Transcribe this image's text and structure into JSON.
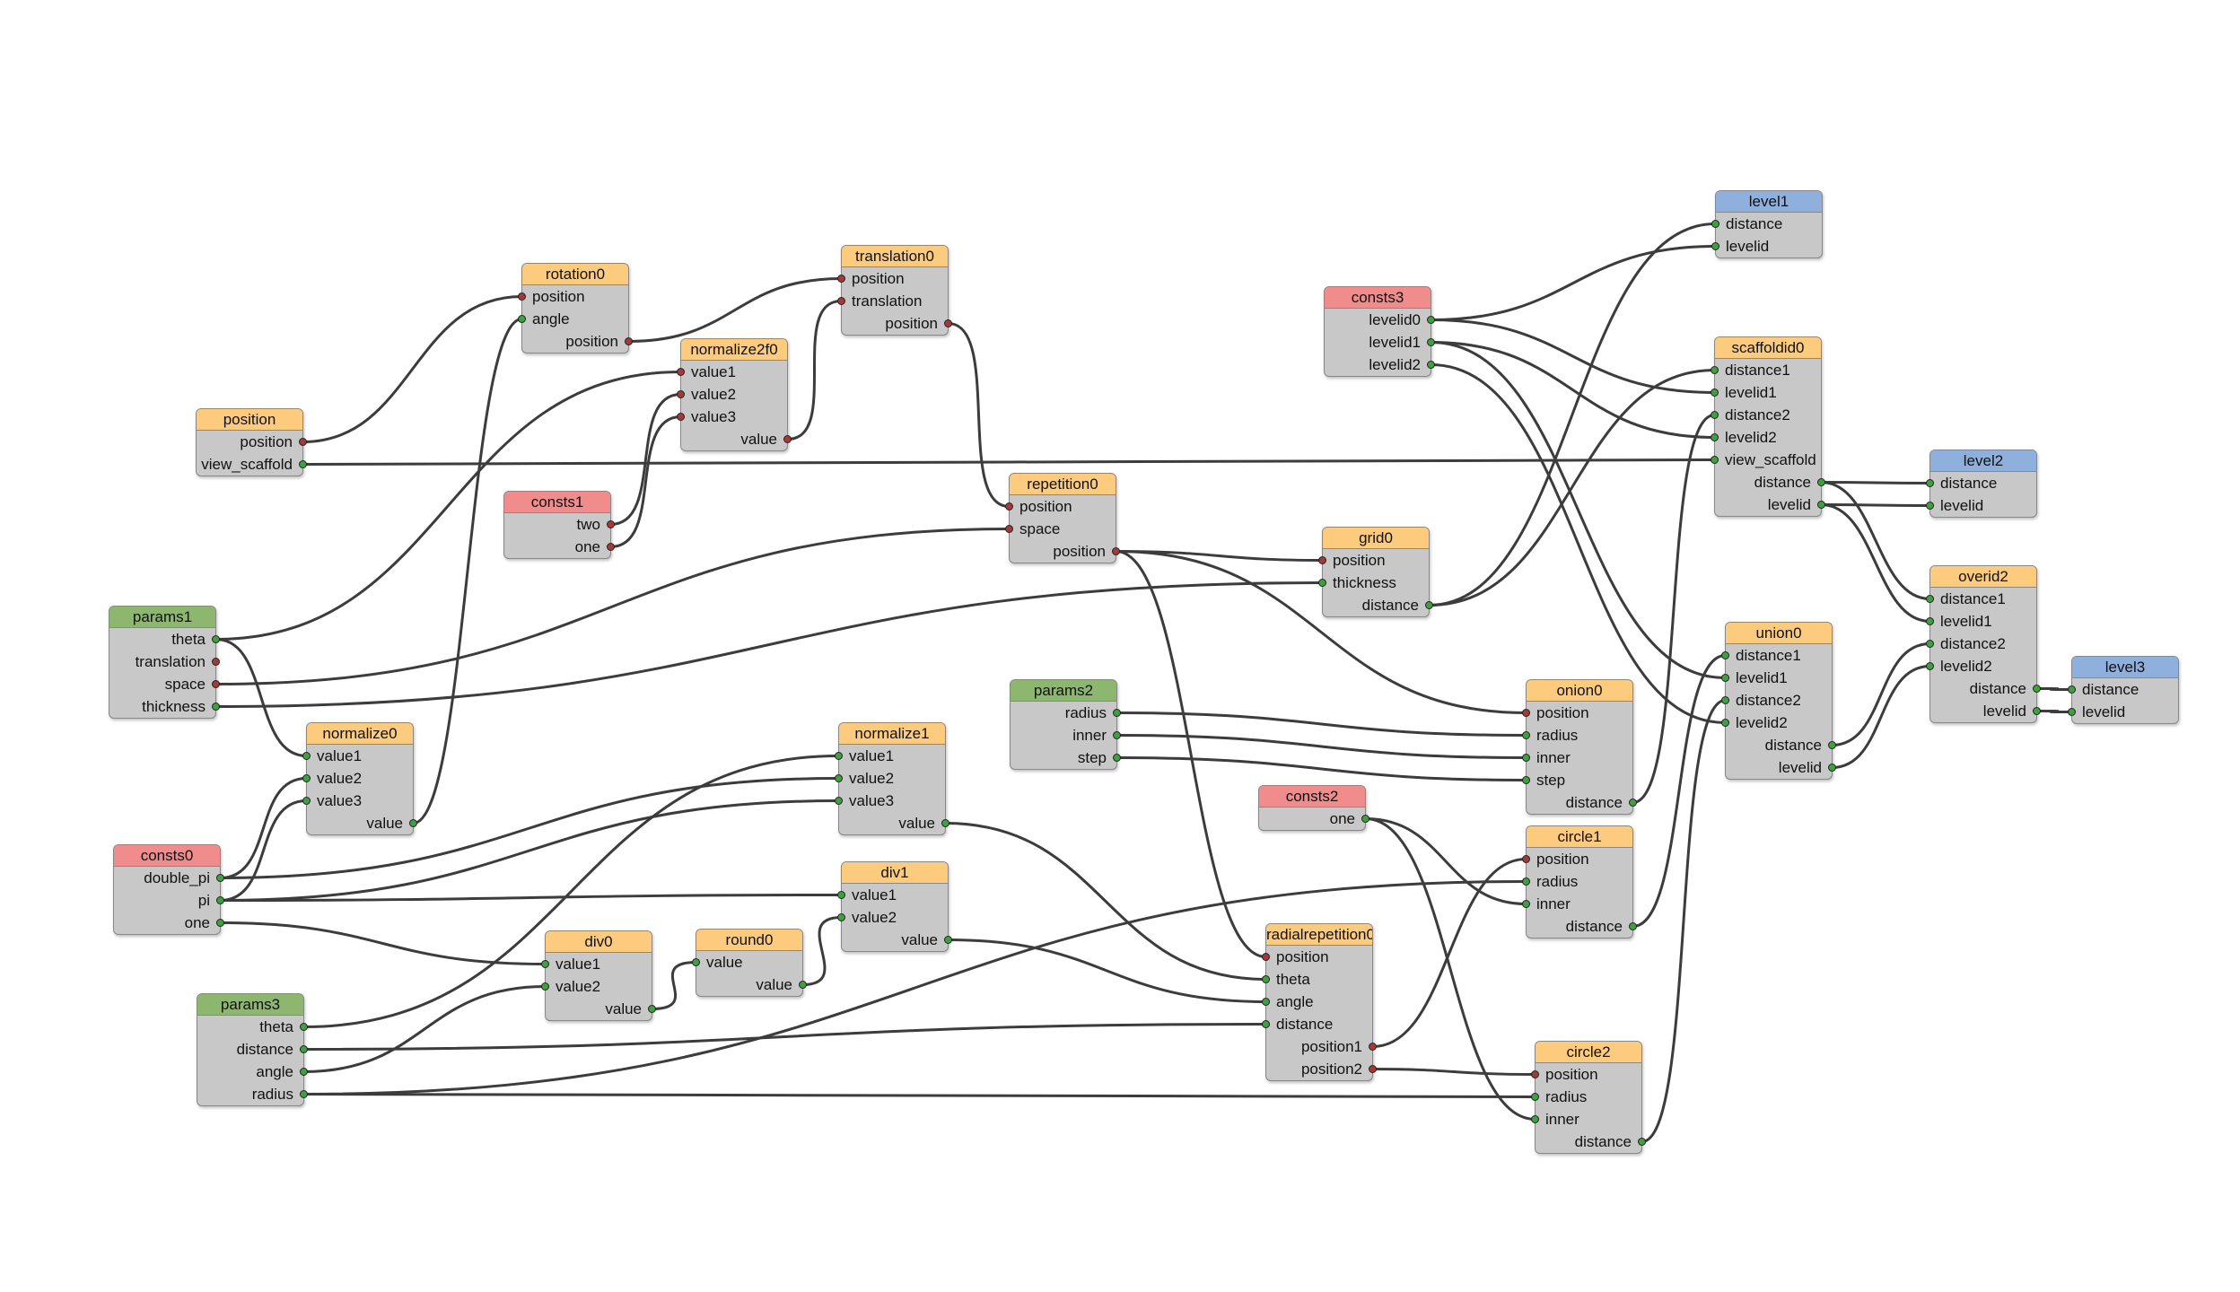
{
  "colors": {
    "orange": "#fdcb7d",
    "red": "#f08c8c",
    "green": "#8db66e",
    "blue": "#8fb0dd",
    "port_green": "#3fa03f",
    "port_red": "#a33a3a",
    "wire": "#3c3c3c",
    "node_body": "#c8c8c8"
  },
  "nodes": [
    {
      "id": "position",
      "title": "position",
      "color": "orange",
      "inputs": [],
      "outputs": [
        {
          "label": "position",
          "kind": "red"
        },
        {
          "label": "view_scaffold",
          "kind": "green"
        }
      ]
    },
    {
      "id": "rotation0",
      "title": "rotation0",
      "color": "orange",
      "inputs": [
        {
          "label": "position",
          "kind": "red"
        },
        {
          "label": "angle",
          "kind": "green"
        }
      ],
      "outputs": [
        {
          "label": "position",
          "kind": "red"
        }
      ]
    },
    {
      "id": "translation0",
      "title": "translation0",
      "color": "orange",
      "inputs": [
        {
          "label": "position",
          "kind": "red"
        },
        {
          "label": "translation",
          "kind": "red"
        }
      ],
      "outputs": [
        {
          "label": "position",
          "kind": "red"
        }
      ]
    },
    {
      "id": "normalize2f0",
      "title": "normalize2f0",
      "color": "orange",
      "inputs": [
        {
          "label": "value1",
          "kind": "red"
        },
        {
          "label": "value2",
          "kind": "red"
        },
        {
          "label": "value3",
          "kind": "red"
        }
      ],
      "outputs": [
        {
          "label": "value",
          "kind": "red"
        }
      ]
    },
    {
      "id": "consts1",
      "title": "consts1",
      "color": "red",
      "inputs": [],
      "outputs": [
        {
          "label": "two",
          "kind": "red"
        },
        {
          "label": "one",
          "kind": "red"
        }
      ]
    },
    {
      "id": "repetition0",
      "title": "repetition0",
      "color": "orange",
      "inputs": [
        {
          "label": "position",
          "kind": "red"
        },
        {
          "label": "space",
          "kind": "red"
        }
      ],
      "outputs": [
        {
          "label": "position",
          "kind": "red"
        }
      ]
    },
    {
      "id": "consts3",
      "title": "consts3",
      "color": "red",
      "inputs": [],
      "outputs": [
        {
          "label": "levelid0",
          "kind": "green"
        },
        {
          "label": "levelid1",
          "kind": "green"
        },
        {
          "label": "levelid2",
          "kind": "green"
        }
      ]
    },
    {
      "id": "level1",
      "title": "level1",
      "color": "blue",
      "inputs": [
        {
          "label": "distance",
          "kind": "green"
        },
        {
          "label": "levelid",
          "kind": "green"
        }
      ],
      "outputs": []
    },
    {
      "id": "scaffoldid0",
      "title": "scaffoldid0",
      "color": "orange",
      "inputs": [
        {
          "label": "distance1",
          "kind": "green"
        },
        {
          "label": "levelid1",
          "kind": "green"
        },
        {
          "label": "distance2",
          "kind": "green"
        },
        {
          "label": "levelid2",
          "kind": "green"
        },
        {
          "label": "view_scaffold",
          "kind": "green"
        }
      ],
      "outputs": [
        {
          "label": "distance",
          "kind": "green"
        },
        {
          "label": "levelid",
          "kind": "green"
        }
      ]
    },
    {
      "id": "level2",
      "title": "level2",
      "color": "blue",
      "inputs": [
        {
          "label": "distance",
          "kind": "green"
        },
        {
          "label": "levelid",
          "kind": "green"
        }
      ],
      "outputs": []
    },
    {
      "id": "grid0",
      "title": "grid0",
      "color": "orange",
      "inputs": [
        {
          "label": "position",
          "kind": "red"
        },
        {
          "label": "thickness",
          "kind": "green"
        }
      ],
      "outputs": [
        {
          "label": "distance",
          "kind": "green"
        }
      ]
    },
    {
      "id": "params1",
      "title": "params1",
      "color": "green",
      "inputs": [],
      "outputs": [
        {
          "label": "theta",
          "kind": "green"
        },
        {
          "label": "translation",
          "kind": "red"
        },
        {
          "label": "space",
          "kind": "red"
        },
        {
          "label": "thickness",
          "kind": "green"
        }
      ]
    },
    {
      "id": "overid2",
      "title": "overid2",
      "color": "orange",
      "inputs": [
        {
          "label": "distance1",
          "kind": "green"
        },
        {
          "label": "levelid1",
          "kind": "green"
        },
        {
          "label": "distance2",
          "kind": "green"
        },
        {
          "label": "levelid2",
          "kind": "green"
        }
      ],
      "outputs": [
        {
          "label": "distance",
          "kind": "green"
        },
        {
          "label": "levelid",
          "kind": "green"
        }
      ]
    },
    {
      "id": "union0",
      "title": "union0",
      "color": "orange",
      "inputs": [
        {
          "label": "distance1",
          "kind": "green"
        },
        {
          "label": "levelid1",
          "kind": "green"
        },
        {
          "label": "distance2",
          "kind": "green"
        },
        {
          "label": "levelid2",
          "kind": "green"
        }
      ],
      "outputs": [
        {
          "label": "distance",
          "kind": "green"
        },
        {
          "label": "levelid",
          "kind": "green"
        }
      ]
    },
    {
      "id": "level3",
      "title": "level3",
      "color": "blue",
      "inputs": [
        {
          "label": "distance",
          "kind": "green"
        },
        {
          "label": "levelid",
          "kind": "green"
        }
      ],
      "outputs": []
    },
    {
      "id": "onion0",
      "title": "onion0",
      "color": "orange",
      "inputs": [
        {
          "label": "position",
          "kind": "red"
        },
        {
          "label": "radius",
          "kind": "green"
        },
        {
          "label": "inner",
          "kind": "green"
        },
        {
          "label": "step",
          "kind": "green"
        }
      ],
      "outputs": [
        {
          "label": "distance",
          "kind": "green"
        }
      ]
    },
    {
      "id": "params2",
      "title": "params2",
      "color": "green",
      "inputs": [],
      "outputs": [
        {
          "label": "radius",
          "kind": "green"
        },
        {
          "label": "inner",
          "kind": "green"
        },
        {
          "label": "step",
          "kind": "green"
        }
      ]
    },
    {
      "id": "normalize0",
      "title": "normalize0",
      "color": "orange",
      "inputs": [
        {
          "label": "value1",
          "kind": "green"
        },
        {
          "label": "value2",
          "kind": "green"
        },
        {
          "label": "value3",
          "kind": "green"
        }
      ],
      "outputs": [
        {
          "label": "value",
          "kind": "green"
        }
      ]
    },
    {
      "id": "normalize1",
      "title": "normalize1",
      "color": "orange",
      "inputs": [
        {
          "label": "value1",
          "kind": "green"
        },
        {
          "label": "value2",
          "kind": "green"
        },
        {
          "label": "value3",
          "kind": "green"
        }
      ],
      "outputs": [
        {
          "label": "value",
          "kind": "green"
        }
      ]
    },
    {
      "id": "consts0",
      "title": "consts0",
      "color": "red",
      "inputs": [],
      "outputs": [
        {
          "label": "double_pi",
          "kind": "green"
        },
        {
          "label": "pi",
          "kind": "green"
        },
        {
          "label": "one",
          "kind": "green"
        }
      ]
    },
    {
      "id": "consts2",
      "title": "consts2",
      "color": "red",
      "inputs": [],
      "outputs": [
        {
          "label": "one",
          "kind": "green"
        }
      ]
    },
    {
      "id": "circle1",
      "title": "circle1",
      "color": "orange",
      "inputs": [
        {
          "label": "position",
          "kind": "red"
        },
        {
          "label": "radius",
          "kind": "green"
        },
        {
          "label": "inner",
          "kind": "green"
        }
      ],
      "outputs": [
        {
          "label": "distance",
          "kind": "green"
        }
      ]
    },
    {
      "id": "div1",
      "title": "div1",
      "color": "orange",
      "inputs": [
        {
          "label": "value1",
          "kind": "green"
        },
        {
          "label": "value2",
          "kind": "green"
        }
      ],
      "outputs": [
        {
          "label": "value",
          "kind": "green"
        }
      ]
    },
    {
      "id": "div0",
      "title": "div0",
      "color": "orange",
      "inputs": [
        {
          "label": "value1",
          "kind": "green"
        },
        {
          "label": "value2",
          "kind": "green"
        }
      ],
      "outputs": [
        {
          "label": "value",
          "kind": "green"
        }
      ]
    },
    {
      "id": "round0",
      "title": "round0",
      "color": "orange",
      "inputs": [
        {
          "label": "value",
          "kind": "green"
        }
      ],
      "outputs": [
        {
          "label": "value",
          "kind": "green"
        }
      ]
    },
    {
      "id": "radialrepetition0",
      "title": "radialrepetition0",
      "color": "orange",
      "inputs": [
        {
          "label": "position",
          "kind": "red"
        },
        {
          "label": "theta",
          "kind": "green"
        },
        {
          "label": "angle",
          "kind": "green"
        },
        {
          "label": "distance",
          "kind": "green"
        }
      ],
      "outputs": [
        {
          "label": "position1",
          "kind": "red"
        },
        {
          "label": "position2",
          "kind": "red"
        }
      ]
    },
    {
      "id": "params3",
      "title": "params3",
      "color": "green",
      "inputs": [],
      "outputs": [
        {
          "label": "theta",
          "kind": "green"
        },
        {
          "label": "distance",
          "kind": "green"
        },
        {
          "label": "angle",
          "kind": "green"
        },
        {
          "label": "radius",
          "kind": "green"
        }
      ]
    },
    {
      "id": "circle2",
      "title": "circle2",
      "color": "orange",
      "inputs": [
        {
          "label": "position",
          "kind": "red"
        },
        {
          "label": "radius",
          "kind": "green"
        },
        {
          "label": "inner",
          "kind": "green"
        }
      ],
      "outputs": [
        {
          "label": "distance",
          "kind": "green"
        }
      ]
    }
  ],
  "connections": [
    [
      "position.out.0",
      "rotation0.in.0"
    ],
    [
      "position.out.1",
      "scaffoldid0.in.4"
    ],
    [
      "rotation0.out.0",
      "translation0.in.0"
    ],
    [
      "normalize2f0.out.0",
      "translation0.in.1"
    ],
    [
      "consts1.out.0",
      "normalize2f0.in.1"
    ],
    [
      "consts1.out.1",
      "normalize2f0.in.2"
    ],
    [
      "params1.out.0",
      "normalize2f0.in.0"
    ],
    [
      "params1.out.0",
      "normalize0.in.0"
    ],
    [
      "params1.out.2",
      "repetition0.in.1"
    ],
    [
      "params1.out.3",
      "grid0.in.1"
    ],
    [
      "translation0.out.0",
      "repetition0.in.0"
    ],
    [
      "repetition0.out.0",
      "grid0.in.0"
    ],
    [
      "repetition0.out.0",
      "onion0.in.0"
    ],
    [
      "repetition0.out.0",
      "radialrepetition0.in.0"
    ],
    [
      "consts3.out.0",
      "level1.in.1"
    ],
    [
      "consts3.out.0",
      "scaffoldid0.in.1"
    ],
    [
      "consts3.out.1",
      "scaffoldid0.in.3"
    ],
    [
      "consts3.out.1",
      "union0.in.1"
    ],
    [
      "consts3.out.2",
      "union0.in.3"
    ],
    [
      "grid0.out.0",
      "level1.in.0"
    ],
    [
      "grid0.out.0",
      "scaffoldid0.in.0"
    ],
    [
      "onion0.out.0",
      "scaffoldid0.in.2"
    ],
    [
      "scaffoldid0.out.0",
      "level2.in.0"
    ],
    [
      "scaffoldid0.out.1",
      "level2.in.1"
    ],
    [
      "scaffoldid0.out.0",
      "overid2.in.0"
    ],
    [
      "scaffoldid0.out.1",
      "overid2.in.1"
    ],
    [
      "union0.out.0",
      "overid2.in.2"
    ],
    [
      "union0.out.1",
      "overid2.in.3"
    ],
    [
      "overid2.out.0",
      "level3.in.0"
    ],
    [
      "overid2.out.1",
      "level3.in.1"
    ],
    [
      "circle1.out.0",
      "union0.in.0"
    ],
    [
      "circle2.out.0",
      "union0.in.2"
    ],
    [
      "params2.out.0",
      "onion0.in.1"
    ],
    [
      "params2.out.1",
      "onion0.in.2"
    ],
    [
      "params2.out.2",
      "onion0.in.3"
    ],
    [
      "consts0.out.0",
      "normalize0.in.1"
    ],
    [
      "consts0.out.1",
      "normalize0.in.2"
    ],
    [
      "consts0.out.0",
      "normalize1.in.1"
    ],
    [
      "consts0.out.1",
      "normalize1.in.2"
    ],
    [
      "consts0.out.1",
      "div1.in.0"
    ],
    [
      "consts0.out.2",
      "div0.in.0"
    ],
    [
      "normalize0.out.0",
      "rotation0.in.1"
    ],
    [
      "normalize1.out.0",
      "radialrepetition0.in.1"
    ],
    [
      "params3.out.0",
      "normalize1.in.0"
    ],
    [
      "params3.out.1",
      "radialrepetition0.in.3"
    ],
    [
      "params3.out.2",
      "div0.in.1"
    ],
    [
      "params3.out.3",
      "circle1.in.1"
    ],
    [
      "params3.out.3",
      "circle2.in.1"
    ],
    [
      "div0.out.0",
      "round0.in.0"
    ],
    [
      "round0.out.0",
      "div1.in.1"
    ],
    [
      "div1.out.0",
      "radialrepetition0.in.2"
    ],
    [
      "consts2.out.0",
      "circle1.in.2"
    ],
    [
      "consts2.out.0",
      "circle2.in.2"
    ],
    [
      "radialrepetition0.out.0",
      "circle1.in.0"
    ],
    [
      "radialrepetition0.out.1",
      "circle2.in.0"
    ]
  ]
}
